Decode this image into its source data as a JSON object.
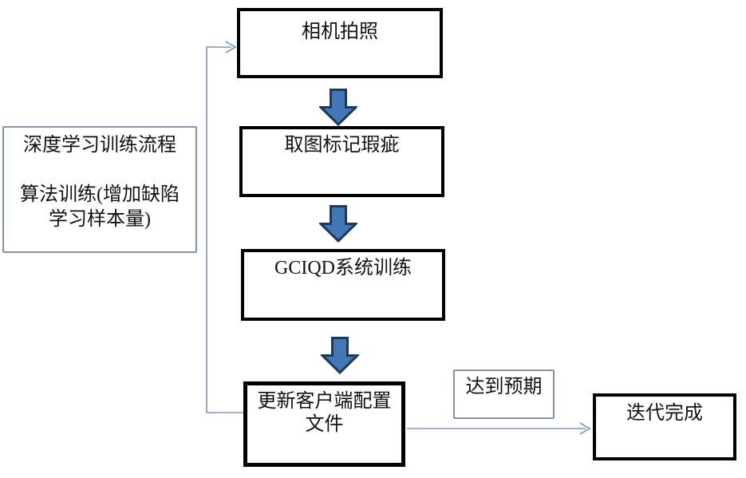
{
  "flowchart": {
    "nodes": {
      "camera": {
        "label": "相机拍照"
      },
      "mark_defects": {
        "label": "取图标记瑕疵"
      },
      "system_train": {
        "label": "GCIQD系统训练"
      },
      "update_config": {
        "label_line1": "更新客户端配置",
        "label_line2": "文件"
      },
      "expectation": {
        "label": "达到预期"
      },
      "iteration_done": {
        "label": "迭代完成"
      }
    },
    "side_note": {
      "line1": "深度学习训练流程",
      "line2": "算法训练(增加缺陷",
      "line3": "学习样本量)"
    },
    "colors": {
      "block_arrow_fill": "#4377b6",
      "block_arrow_stroke": "#1d3a5e",
      "connector": "#7e95bd",
      "dark_box_border": "#000000",
      "light_box_border": "#8693ae",
      "background": "#ffffff",
      "text": "#121212"
    }
  }
}
